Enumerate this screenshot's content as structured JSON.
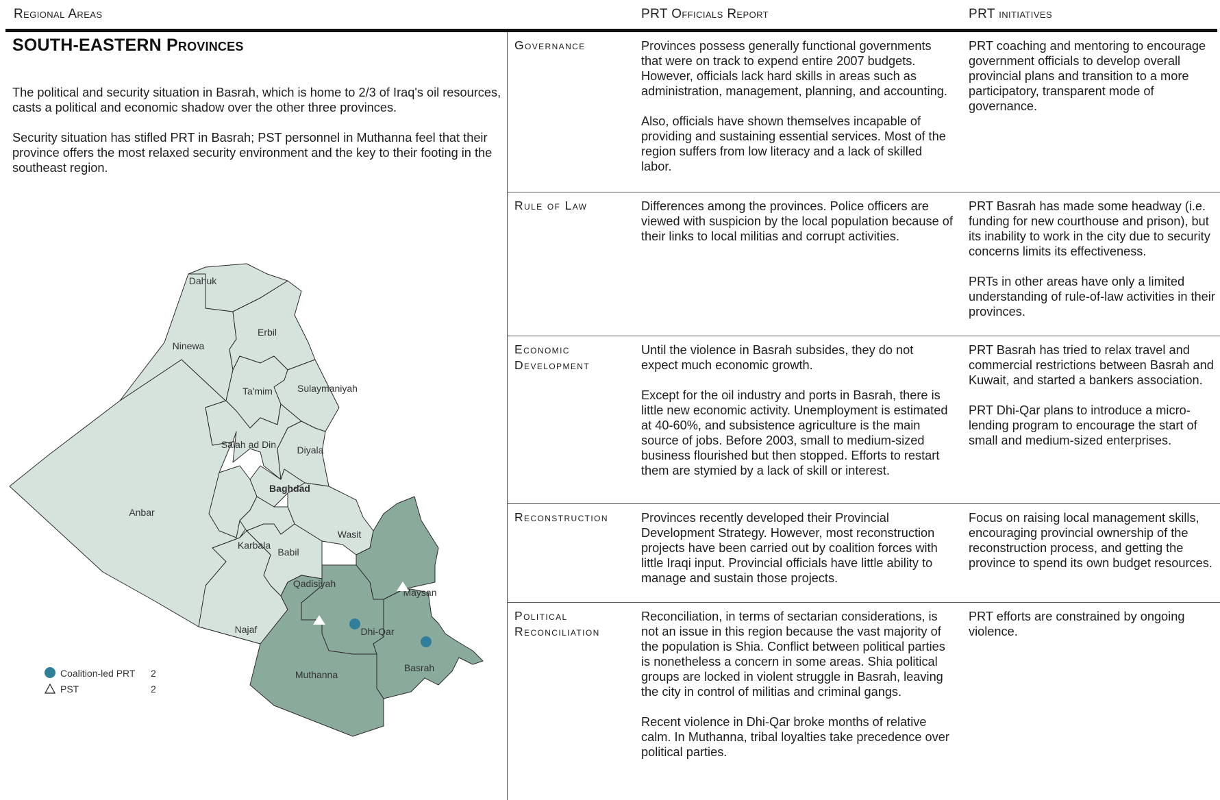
{
  "header": {
    "col1": "Regional Areas",
    "col2": "PRT Officials Report",
    "col3": "PRT initiatives"
  },
  "title": "SOUTH-EASTERN Provinces",
  "intro": [
    "The political and security situation in Basrah, which is home to 2/3 of Iraq's oil resources, casts a political and economic shadow over the other three provinces.",
    "Security situation has stifled PRT in Basrah; PST personnel in Muthanna feel that their province offers the most relaxed security environment and the key to their footing in the southeast region."
  ],
  "map": {
    "provinces": [
      "Dahuk",
      "Erbil",
      "Ninewa",
      "Sulaymaniyah",
      "Ta'mim",
      "Salah ad Din",
      "Diyala",
      "Baghdad",
      "Anbar",
      "Wasit",
      "Karbala",
      "Babil",
      "Qadisiyah",
      "Maysan",
      "Najaf",
      "Dhi-Qar",
      "Basrah",
      "Muthanna"
    ],
    "highlighted": [
      "Muthanna",
      "Dhi-Qar",
      "Maysan",
      "Basrah"
    ],
    "colors": {
      "base": "#d6e2dc",
      "highlight": "#8aaa9b",
      "border": "#2a2a2a",
      "marker": "#2f7f9b"
    }
  },
  "legend": [
    {
      "label": "Coalition-led PRT",
      "count": "2",
      "icon": "circle-marker"
    },
    {
      "label": "PST",
      "count": "2",
      "icon": "triangle-marker"
    }
  ],
  "sections": [
    {
      "label": "Governance",
      "report": [
        "Provinces possess generally functional governments that were on track to expend entire 2007 budgets. However, officials lack hard skills in areas such as administration, management, planning, and accounting.",
        "Also, officials have shown themselves incapable of providing and sustaining essential services. Most of the region suffers from low literacy and a lack of skilled labor."
      ],
      "initiatives": [
        "PRT coaching and mentoring to encourage government officials to develop overall provincial plans and transition to a more participatory, transparent mode of governance."
      ]
    },
    {
      "label": "Rule of Law",
      "report": [
        "Differences among the provinces. Police officers are viewed with suspicion by the local population because of their links to local militias and corrupt activities."
      ],
      "initiatives": [
        "PRT Basrah has made some headway (i.e. funding for new courthouse and prison), but its inability to work in the city due to security concerns limits its effectiveness.",
        "PRTs in other areas have only a limited understanding of rule-of-law activities in their provinces."
      ]
    },
    {
      "label": "Economic Development",
      "report": [
        "Until the violence in Basrah subsides, they do not expect much economic growth.",
        "Except for the oil industry and ports in Basrah, there is little new economic activity. Unemployment is estimated at 40-60%, and subsistence agriculture is the main source of jobs. Before 2003, small to medium-sized business flourished but then stopped. Efforts to restart them are stymied by a lack of skill or interest."
      ],
      "initiatives": [
        "PRT Basrah has tried to relax travel and commercial restrictions between Basrah and Kuwait, and started a bankers association.",
        "PRT Dhi-Qar plans to introduce a micro-lending program to encourage the start of small and medium-sized enterprises."
      ]
    },
    {
      "label": "Reconstruction",
      "report": [
        "Provinces recently developed their Provincial Development Strategy. However, most reconstruction projects have been carried out by coalition forces with little Iraqi input. Provincial officials have little ability to manage and sustain those projects."
      ],
      "initiatives": [
        "Focus on raising local management skills, encouraging provincial ownership of the reconstruction process, and getting the province to spend its own budget resources."
      ]
    },
    {
      "label": "Political Reconciliation",
      "report": [
        "Reconciliation, in terms of sectarian considerations, is not an issue in this region because the vast majority of the population is Shia. Conflict between political parties is nonetheless a concern in some areas. Shia political groups are locked in violent struggle in Basrah, leaving the city in control of militias and criminal gangs.",
        "Recent violence in Dhi-Qar broke months of relative calm. In Muthanna, tribal loyalties take precedence over political parties."
      ],
      "initiatives": [
        "PRT efforts are constrained by ongoing violence."
      ]
    }
  ]
}
